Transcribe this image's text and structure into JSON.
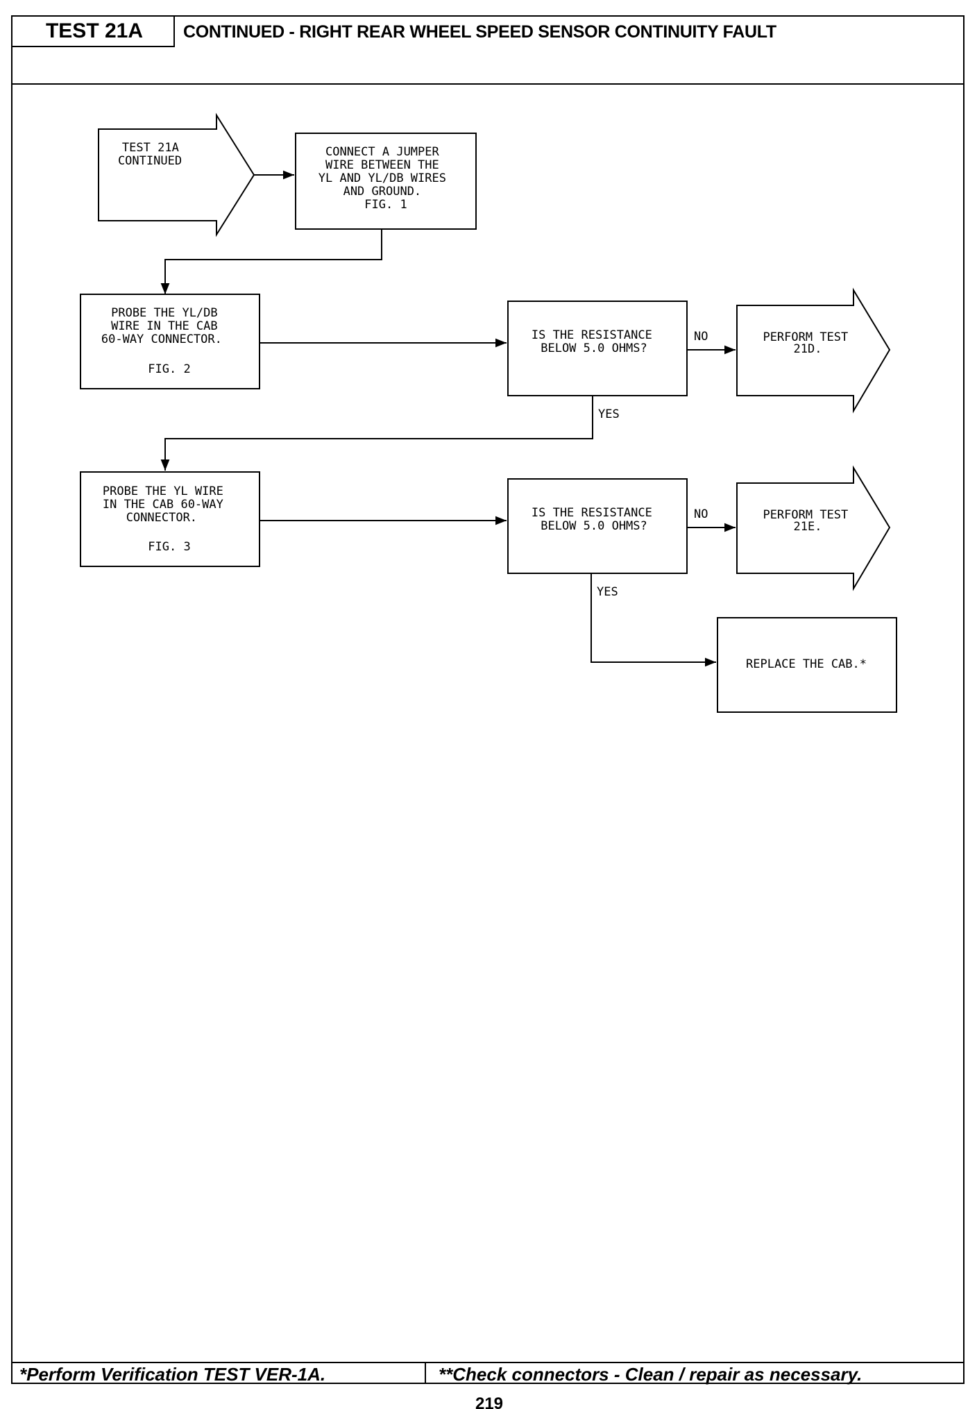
{
  "header": {
    "test_id": "TEST 21A",
    "title": "CONTINUED - RIGHT REAR WHEEL SPEED SENSOR CONTINUITY FAULT"
  },
  "flowchart": {
    "start": {
      "lines": [
        "TEST 21A",
        "CONTINUED"
      ]
    },
    "step_jumper": {
      "lines": [
        "CONNECT A JUMPER",
        "WIRE BETWEEN THE",
        "YL AND YL/DB WIRES",
        "AND GROUND.",
        "FIG. 1"
      ]
    },
    "step_probe_yldb": {
      "lines": [
        "PROBE THE YL/DB",
        "WIRE IN THE CAB",
        "60-WAY CONNECTOR."
      ],
      "fig": "FIG. 2"
    },
    "decision_1": {
      "lines": [
        "IS THE RESISTANCE",
        "BELOW 5.0 OHMS?"
      ]
    },
    "result_21d": {
      "lines": [
        "PERFORM TEST",
        "21D."
      ]
    },
    "step_probe_yl": {
      "lines": [
        "PROBE THE YL WIRE",
        "IN THE CAB 60-WAY",
        "CONNECTOR."
      ],
      "fig": "FIG. 3"
    },
    "decision_2": {
      "lines": [
        "IS THE RESISTANCE",
        "BELOW 5.0 OHMS?"
      ]
    },
    "result_21e": {
      "lines": [
        "PERFORM TEST",
        "21E."
      ]
    },
    "result_replace": {
      "lines": [
        "REPLACE THE CAB.*"
      ]
    },
    "labels": {
      "no_1": "NO",
      "yes_1": "YES",
      "no_2": "NO",
      "yes_2": "YES"
    }
  },
  "footer": {
    "left": "*Perform Verification TEST VER-1A.",
    "right": "**Check connectors - Clean / repair as necessary."
  },
  "page_number": "219"
}
